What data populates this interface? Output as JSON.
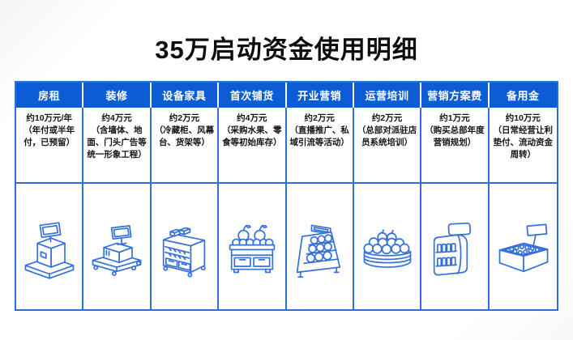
{
  "page": {
    "title": "35万启动资金使用明细"
  },
  "colors": {
    "header_bg": "#0b5cd5",
    "border": "#2e6fd6",
    "icon": "#3470d8",
    "title_color": "#0d0d0d",
    "header_text": "#ffffff",
    "body_text": "#141414"
  },
  "table": {
    "columns": [
      {
        "header": "房租",
        "amount": "约10万元/年",
        "note": "（年付或半年付，已预留）",
        "icon": "cashier-kiosk-icon"
      },
      {
        "header": "装修",
        "amount": "约4万元",
        "note": "（含墙体、地面、门头广告等统一形象工程）",
        "icon": "pos-terminal-icon"
      },
      {
        "header": "设备家具",
        "amount": "约2万元",
        "note": "（冷藏柜、风幕台、货架等）",
        "icon": "display-shelf-icon"
      },
      {
        "header": "首次铺货",
        "amount": "约4万元",
        "note": "（采购水果、零食等初始库存）",
        "icon": "fruit-counter-icon"
      },
      {
        "header": "开业营销",
        "amount": "约2万元",
        "note": "（直播推广、私域引流等活动）",
        "icon": "tiered-rack-icon"
      },
      {
        "header": "运营培训",
        "amount": "约2万元",
        "note": "（总部对派驻店员系统培训）",
        "icon": "fruit-basket-icon"
      },
      {
        "header": "营销方案费",
        "amount": "约1万元",
        "note": "（购买总部年度营销规划）",
        "icon": "beverage-cooler-icon"
      },
      {
        "header": "备用金",
        "amount": "约10万元",
        "note": "（日常经营让利垫付、流动资金周转）",
        "icon": "promo-bin-icon"
      }
    ]
  },
  "chart_data": {
    "type": "table",
    "title": "35万启动资金使用明细",
    "unit": "万元",
    "total": 35,
    "categories": [
      "房租",
      "装修",
      "设备家具",
      "首次铺货",
      "开业营销",
      "运营培训",
      "营销方案费",
      "备用金"
    ],
    "values": [
      10,
      4,
      2,
      4,
      2,
      2,
      1,
      10
    ],
    "notes": [
      "年付或半年付，已预留",
      "含墙体、地面、门头广告等统一形象工程",
      "冷藏柜、风幕台、货架等",
      "采购水果、零食等初始库存",
      "直播推广、私域引流等活动",
      "总部对派驻店员系统培训",
      "购买总部年度营销规划",
      "日常经营让利垫付、流动资金周转"
    ]
  }
}
